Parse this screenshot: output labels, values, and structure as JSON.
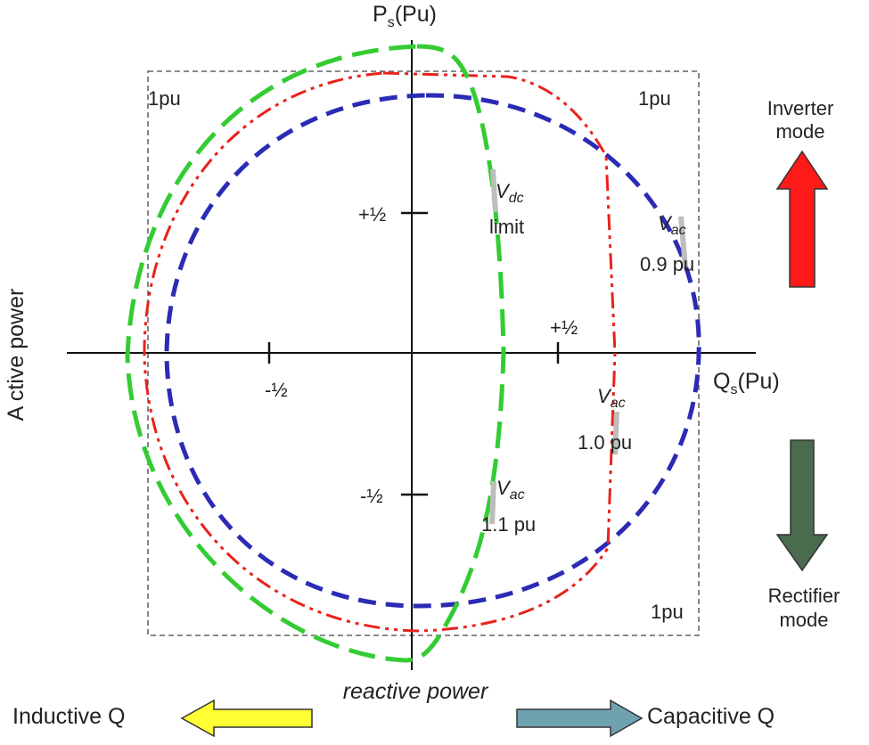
{
  "axes": {
    "y_main": "P",
    "y_sub": "s",
    "y_unit": "(Pu)",
    "x_main": "Q",
    "x_sub": "s",
    "x_unit": "(Pu)",
    "y_title": "A ctive power",
    "x_title": "reactive power"
  },
  "ticks": {
    "x_neg": "-½",
    "x_pos": "+½",
    "y_pos": "+½",
    "y_neg": "-½"
  },
  "box_labels": {
    "top_left": "1pu",
    "top_right": "1pu",
    "bottom_right": "1pu"
  },
  "curves": [
    {
      "id": "vdc-limit",
      "color": "#33cc33",
      "label_var": "V",
      "label_sub": "dc",
      "label_text": "limit"
    },
    {
      "id": "vac-0.9",
      "color": "#2b2bb5",
      "label_var": "V",
      "label_sub": "ac",
      "label_text": "0.9 pu"
    },
    {
      "id": "vac-1.0",
      "color": "#e8221c",
      "label_var": "V",
      "label_sub": "ac",
      "label_text": "1.0 pu"
    },
    {
      "id": "vac-1.1",
      "color": "#33cc33",
      "label_var": "V",
      "label_sub": "ac",
      "label_text": "1.1 pu"
    }
  ],
  "modes": {
    "inverter_line1": "Inverter",
    "inverter_line2": "mode",
    "inverter_color": "#ff1a1a",
    "rectifier_line1": "Rectifier",
    "rectifier_line2": "mode",
    "rectifier_color": "#4a6b4e"
  },
  "reactive": {
    "inductive": "Inductive Q",
    "inductive_color": "#ffff33",
    "capacitive": "Capacitive Q",
    "capacitive_color": "#6fa2b0"
  }
}
